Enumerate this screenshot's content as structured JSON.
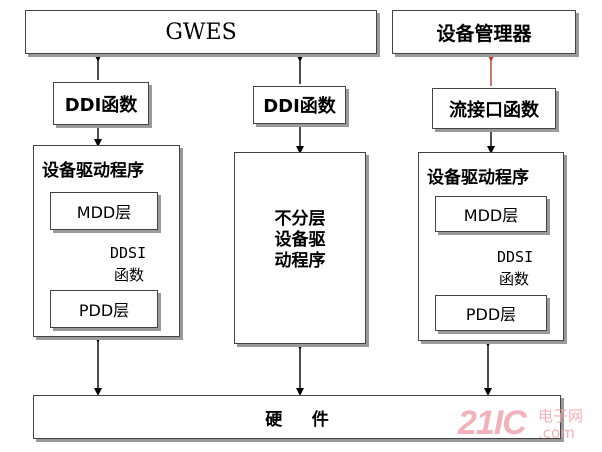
{
  "top": {
    "gwes": "GWES",
    "device_manager": "设备管理器"
  },
  "interfaces": {
    "ddi_left": "DDI函数",
    "ddi_middle": "DDI函数",
    "stream_right": "流接口函数"
  },
  "left_driver": {
    "title": "设备驱动程序",
    "mdd": "MDD层",
    "ddsi_line1": "DDSI",
    "ddsi_line2": "函数",
    "pdd": "PDD层"
  },
  "middle_driver": {
    "line1": "不分层",
    "line2": "设备驱",
    "line3": "动程序"
  },
  "right_driver": {
    "title": "设备驱动程序",
    "mdd": "MDD层",
    "ddsi_line1": "DDSI",
    "ddsi_line2": "函数",
    "pdd": "PDD层"
  },
  "hardware": "硬     件",
  "watermark": {
    "logo": "21IC",
    "site_top": "电子网",
    "site_bottom": ".com"
  }
}
